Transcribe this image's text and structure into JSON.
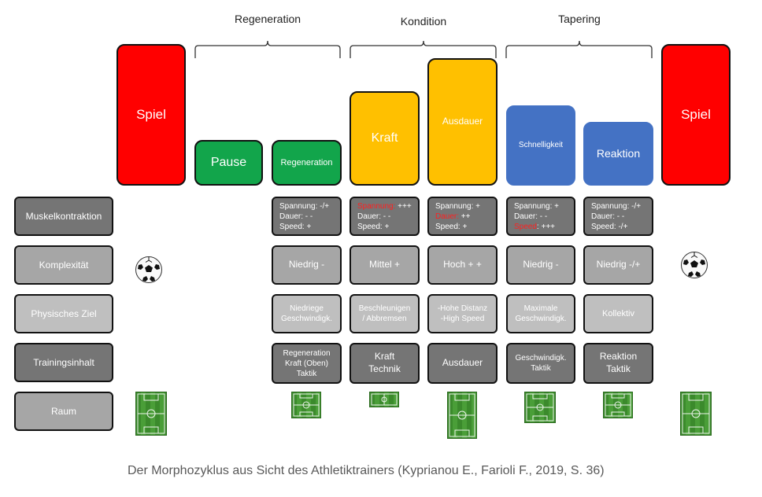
{
  "phases": {
    "regeneration": "Regeneration",
    "kondition": "Kondition",
    "tapering": "Tapering"
  },
  "blocks": {
    "spiel_left": "Spiel",
    "pause": "Pause",
    "regeneration": "Regeneration",
    "kraft": "Kraft",
    "ausdauer": "Ausdauer",
    "schnelligkeit": "Schnelligkeit",
    "reaktion": "Reaktion",
    "spiel_right": "Spiel"
  },
  "rows": {
    "muskelkontraktion": "Muskelkontraktion",
    "komplexitaet": "Komplexität",
    "physisches_ziel": "Physisches Ziel",
    "trainingsinhalt": "Trainingsinhalt",
    "raum": "Raum"
  },
  "muskel": {
    "regeneration": {
      "spannung": "Spannung: -/+",
      "dauer": "Dauer: - -",
      "speed": "Speed: +"
    },
    "kraft": {
      "spannung_label": "Spannung:",
      "spannung_value": " +++",
      "dauer": "Dauer: - -",
      "speed": "Speed: +"
    },
    "ausdauer": {
      "spannung": "Spannung: +",
      "dauer_label": "Dauer:",
      "dauer_value": " ++",
      "speed": "Speed: +"
    },
    "schnelligkeit": {
      "spannung": "Spannung: +",
      "dauer": "Dauer: - -",
      "speed_label": "Speed",
      "speed_value": ": +++"
    },
    "reaktion": {
      "spannung": "Spannung: -/+",
      "dauer": "Dauer: - -",
      "speed": "Speed: -/+"
    }
  },
  "komplexitaet": {
    "regeneration": "Niedrig -",
    "kraft": "Mittel +",
    "ausdauer": "Hoch + +",
    "schnelligkeit": "Niedrig -",
    "reaktion": "Niedrig -/+"
  },
  "physisches_ziel": {
    "regeneration": [
      "Niedriege",
      "Geschwindigk."
    ],
    "kraft": [
      "Beschleunigen",
      "/ Abbremsen"
    ],
    "ausdauer": [
      "-Hohe Distanz",
      "-High Speed"
    ],
    "schnelligkeit": [
      "Maximale",
      "Geschwindigk."
    ],
    "reaktion": [
      "Kollektiv"
    ]
  },
  "trainingsinhalt": {
    "regeneration": [
      "Regeneration",
      "Kraft (Oben)",
      "Taktik"
    ],
    "kraft": [
      "Kraft",
      "Technik"
    ],
    "ausdauer": [
      "Ausdauer"
    ],
    "schnelligkeit": [
      "Geschwindigk.",
      "Taktik"
    ],
    "reaktion": [
      "Reaktion",
      "Taktik"
    ]
  },
  "caption": "Der Morphozyklus aus Sicht des Athletiktrainers (Kyprianou E., Farioli F., 2019, S. 36)",
  "colors": {
    "spiel": "#ff0000",
    "green": "#12a54b",
    "yellow": "#ffc000",
    "blue": "#4472c4",
    "dark_cell": "#757575",
    "mid_cell": "#a6a6a6",
    "light_cell": "#bfbfbf",
    "highlight": "#ff2020"
  },
  "icons": [
    "soccer-ball-icon",
    "football-pitch-icon"
  ]
}
